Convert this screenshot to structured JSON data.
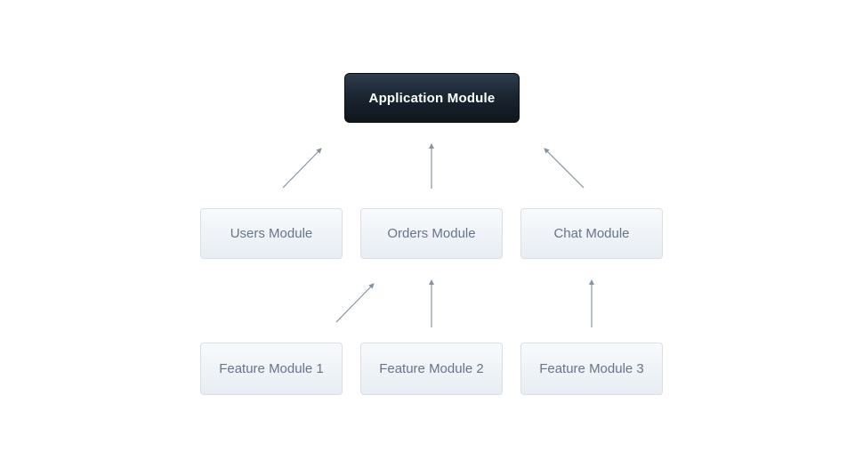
{
  "diagram": {
    "description": "Module dependency diagram",
    "background": "#ffffff",
    "colors": {
      "dark_node_gradient_top": "#2e3d4f",
      "dark_node_gradient_bottom": "#0e151c",
      "dark_node_text": "#ffffff",
      "light_node_gradient_top": "#f8fafc",
      "light_node_gradient_bottom": "#e7edf3",
      "light_node_border": "#d8dfe8",
      "light_node_text": "#66758a",
      "arrow": "#8494a3"
    },
    "nodes": [
      {
        "id": "application",
        "label": "Application Module",
        "style": "dark"
      },
      {
        "id": "users",
        "label": "Users Module",
        "style": "light"
      },
      {
        "id": "orders",
        "label": "Orders Module",
        "style": "light"
      },
      {
        "id": "chat",
        "label": "Chat Module",
        "style": "light"
      },
      {
        "id": "feature1",
        "label": "Feature Module 1",
        "style": "light"
      },
      {
        "id": "feature2",
        "label": "Feature Module 2",
        "style": "light"
      },
      {
        "id": "feature3",
        "label": "Feature Module 3",
        "style": "light"
      }
    ],
    "edges": [
      {
        "from": "users",
        "to": "application"
      },
      {
        "from": "orders",
        "to": "application"
      },
      {
        "from": "chat",
        "to": "application"
      },
      {
        "from": "feature1",
        "to": "orders"
      },
      {
        "from": "feature2",
        "to": "orders"
      },
      {
        "from": "feature3",
        "to": "chat"
      }
    ]
  }
}
